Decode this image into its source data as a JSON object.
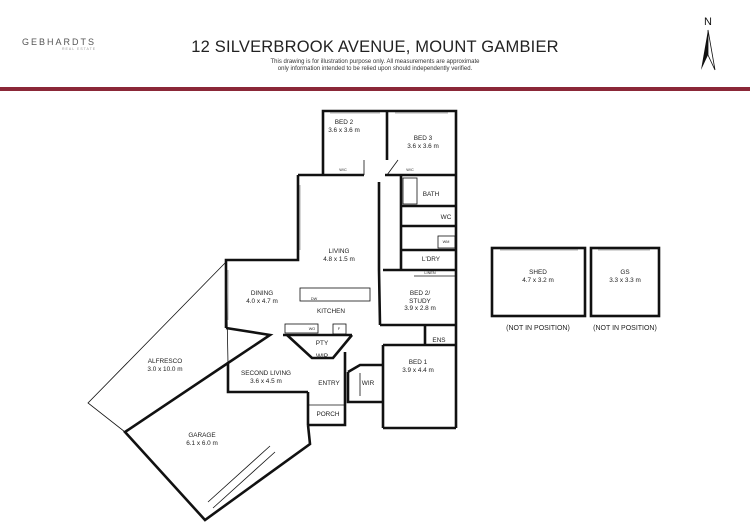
{
  "header": {
    "logo": "GEBHARDTS",
    "logo_sub": "REAL ESTATE",
    "title": "12 SILVERBROOK AVENUE, MOUNT GAMBIER",
    "disclaimer_line1": "This drawing is for illustration purpose only. All measurements are approximate",
    "disclaimer_line2": "only information intended to be relied upon should independently verified.",
    "north": "N"
  },
  "colors": {
    "accent_bar": "#8b2838",
    "wall": "#111111"
  },
  "rooms": {
    "bed2": {
      "name": "BED 2",
      "size": "3.6 x 3.6 m"
    },
    "bed3": {
      "name": "BED 3",
      "size": "3.6 x 3.6 m"
    },
    "bath": {
      "name": "BATH"
    },
    "wc": {
      "name": "WC"
    },
    "living": {
      "name": "LIVING",
      "size": "4.8 x 1.5 m"
    },
    "dining": {
      "name": "DINING",
      "size": "4.0 x 4.7 m"
    },
    "kitchen": {
      "name": "KITCHEN"
    },
    "laundry": {
      "name": "L'DRY"
    },
    "study": {
      "name": "BED 2/",
      "name2": "STUDY",
      "size": "3.9 x 2.8 m"
    },
    "pantry": {
      "name": "PTY"
    },
    "wip": {
      "name": "WIP"
    },
    "ens": {
      "name": "ENS"
    },
    "bed1": {
      "name": "BED 1",
      "size": "3.9 x 4.4 m"
    },
    "wir": {
      "name": "WIR"
    },
    "entry": {
      "name": "ENTRY"
    },
    "porch": {
      "name": "PORCH"
    },
    "second_living": {
      "name": "SECOND LIVING",
      "size": "3.6 x 4.5 m"
    },
    "alfresco": {
      "name": "ALFRESCO",
      "size": "3.0 x 10.0 m"
    },
    "garage": {
      "name": "GARAGE",
      "size": "6.1 x 6.0 m"
    },
    "shed": {
      "name": "SHED",
      "size": "4.7 x 3.2 m"
    },
    "gs": {
      "name": "GS",
      "size": "3.3 x 3.3 m"
    }
  },
  "small_labels": {
    "wic_bed2": "W/C",
    "wic_bed3": "W/C",
    "wm": "WM",
    "linen": "LINEN",
    "dw": "DW",
    "wo": "WO",
    "fridge": "F"
  },
  "notes": {
    "shed_note": "(NOT IN POSITION)",
    "gs_note": "(NOT IN POSITION)"
  }
}
